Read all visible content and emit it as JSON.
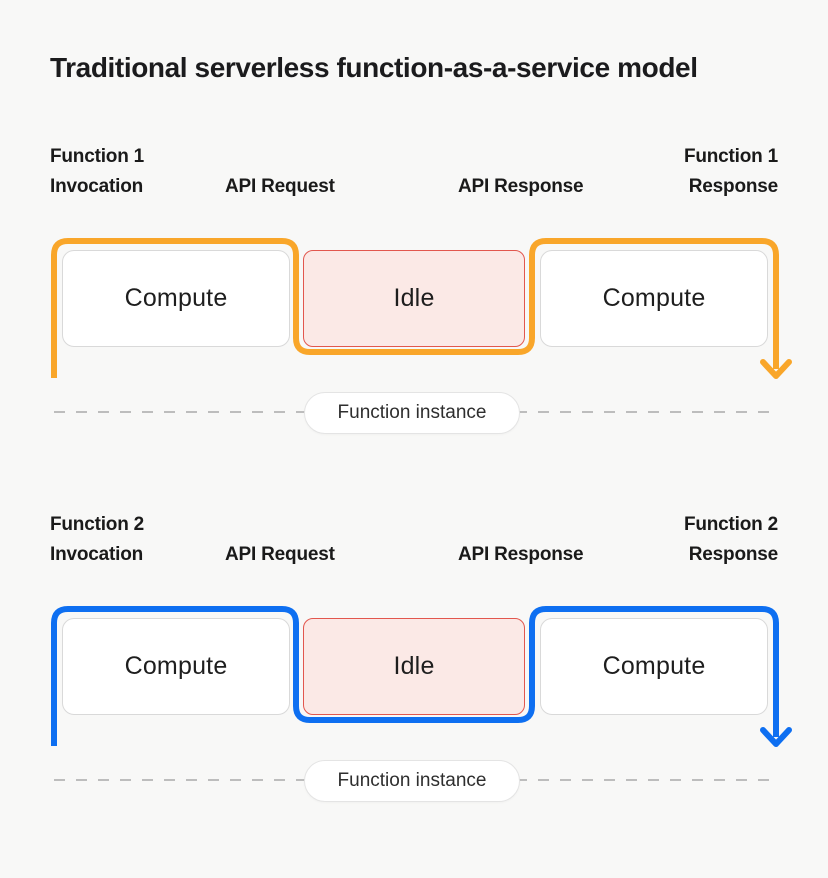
{
  "title": "Traditional serverless function-as-a-service model",
  "colors": {
    "background": "#F8F8F7",
    "row1_accent": "#F9A62A",
    "row2_accent": "#0E6FF1",
    "idle_fill": "#FBE9E6",
    "idle_border": "#E2574E",
    "compute_border": "#D9D9D9",
    "dash_line": "#BDBDBD"
  },
  "rows": [
    {
      "accent_color": "#F9A62A",
      "labels": {
        "invocation_line1": "Function 1",
        "invocation_line2": "Invocation",
        "request": "API Request",
        "response": "API Response",
        "return_line1": "Function 1",
        "return_line2": "Response"
      },
      "boxes": [
        {
          "label": "Compute"
        },
        {
          "label": "Idle"
        },
        {
          "label": "Compute"
        }
      ],
      "instance_label": "Function instance"
    },
    {
      "accent_color": "#0E6FF1",
      "labels": {
        "invocation_line1": "Function 2",
        "invocation_line2": "Invocation",
        "request": "API Request",
        "response": "API Response",
        "return_line1": "Function 2",
        "return_line2": "Response"
      },
      "boxes": [
        {
          "label": "Compute"
        },
        {
          "label": "Idle"
        },
        {
          "label": "Compute"
        }
      ],
      "instance_label": "Function instance"
    }
  ]
}
